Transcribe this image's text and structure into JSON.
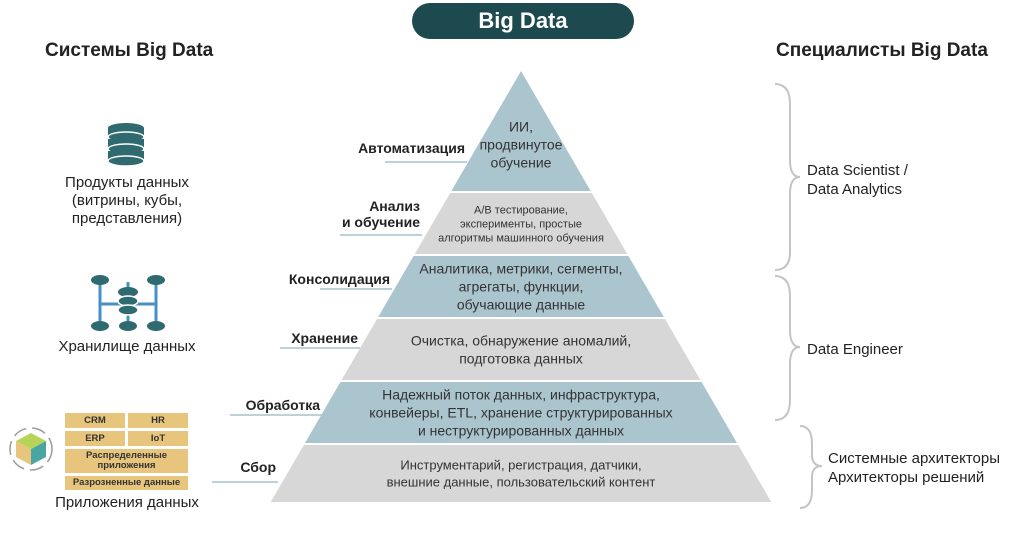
{
  "title": "Big Data",
  "left_heading": "Системы Big Data",
  "right_heading": "Специалисты Big Data",
  "systems": {
    "products": [
      "Продукты данных",
      "(витрины, кубы,",
      "представления)"
    ],
    "storage": "Хранилище данных",
    "apps": {
      "tiles": [
        "CRM",
        "HR",
        "ERP",
        "IoT",
        "Распределенные приложения",
        "Разрозненные данные"
      ],
      "label": "Приложения данных"
    }
  },
  "levels": [
    {
      "label": [
        "Автоматизация"
      ],
      "content": [
        "ИИ,",
        "продвинутое",
        "обучение"
      ]
    },
    {
      "label": [
        "Анализ",
        "и обучение"
      ],
      "content": [
        "A/B тестирование,",
        "эксперименты, простые",
        "алгоритмы машинного обучения"
      ]
    },
    {
      "label": [
        "Консолидация"
      ],
      "content": [
        "Аналитика, метрики, сегменты,",
        "агрегаты, функции,",
        "обучающие данные"
      ]
    },
    {
      "label": [
        "Хранение"
      ],
      "content": [
        "Очистка, обнаружение аномалий,",
        "подготовка данных"
      ]
    },
    {
      "label": [
        "Обработка"
      ],
      "content": [
        "Надежный поток данных, инфраструктура,",
        "конвейеры, ETL, хранение структурированных",
        "и неструктурированных данных"
      ]
    },
    {
      "label": [
        "Сбор"
      ],
      "content": [
        "Инструментарий, регистрация, датчики,",
        "внешние данные, пользовательский контент"
      ]
    }
  ],
  "specialists": [
    [
      "Data Scientist /",
      "Data Analytics"
    ],
    [
      "Data Engineer"
    ],
    [
      "Системные архитекторы",
      "Архитекторы решений"
    ]
  ],
  "colors": {
    "pill": "#1d4a4e",
    "band_dark": "#abc5cf",
    "band_light": "#d7d7d7",
    "tile": "#e7c57c",
    "icon": "#2f6a70",
    "hub": "#4a8fc4"
  }
}
